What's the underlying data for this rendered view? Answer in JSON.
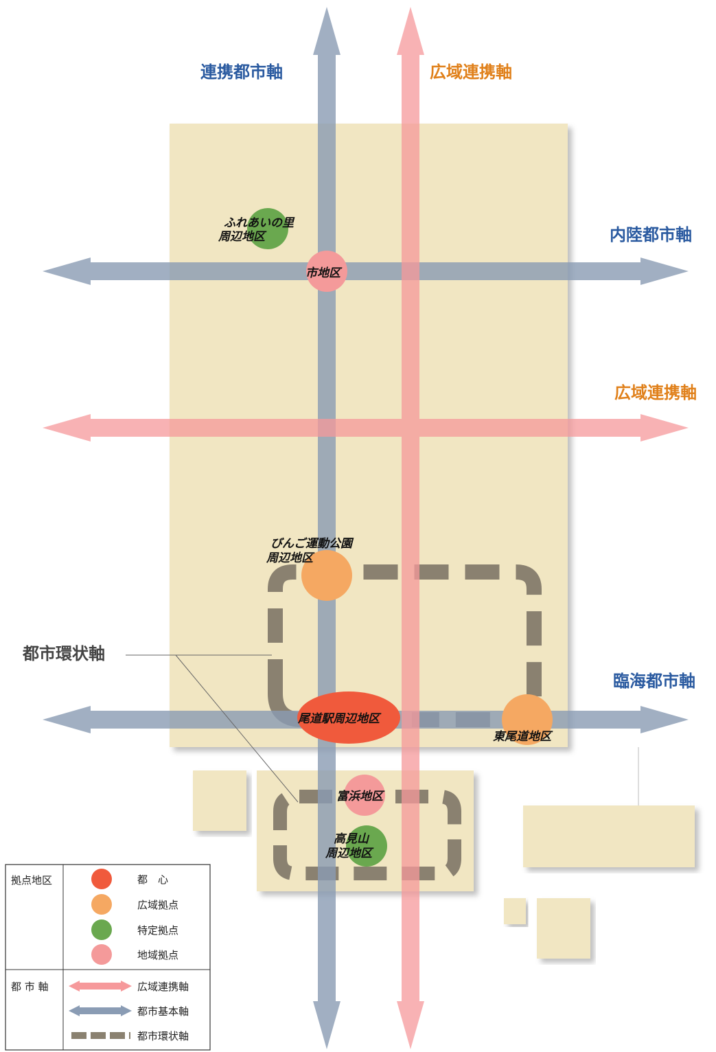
{
  "axes": {
    "renkei_toshi_jiku": "連携都市軸",
    "koiki_renkei_jiku_top": "広域連携軸",
    "nairiku_toshi_jiku": "内陸都市軸",
    "koiki_renkei_jiku_right": "広域連携軸",
    "rinkai_toshi_jiku": "臨海都市軸",
    "toshi_kanjo_jiku": "都市環状軸"
  },
  "nodes": {
    "fureai_line1": "ふれあいの里",
    "fureai_line2": "周辺地区",
    "ichi": "市地区",
    "bingo_line1": "びんご運動公園",
    "bingo_line2": "周辺地区",
    "onomichi_station": "尾道駅周辺地区",
    "higashi_onomichi": "東尾道地区",
    "tomihama": "富浜地区",
    "takamiyama_line1": "高見山",
    "takamiyama_line2": "周辺地区"
  },
  "legend": {
    "section1_title": "拠点地区",
    "toshin": "都　心",
    "koiki_kyoten": "広域拠点",
    "tokutei_kyoten": "特定拠点",
    "chiiki_kyoten": "地域拠点",
    "section2_title": "都 市 軸",
    "koiki_renkei_jiku": "広域連携軸",
    "toshi_kihon_jiku": "都市基本軸",
    "toshi_kanjo_jiku": "都市環状軸"
  },
  "colors": {
    "toshin": "#f05a3c",
    "koiki_kyoten": "#f5a862",
    "tokutei_kyoten": "#6aa84f",
    "chiiki_kyoten": "#f49a9a",
    "koiki_axis": "#f6a0a0",
    "kihon_axis": "#8a9cb4",
    "kanjo_axis": "#8a8170",
    "land": "#f1e6c2"
  }
}
